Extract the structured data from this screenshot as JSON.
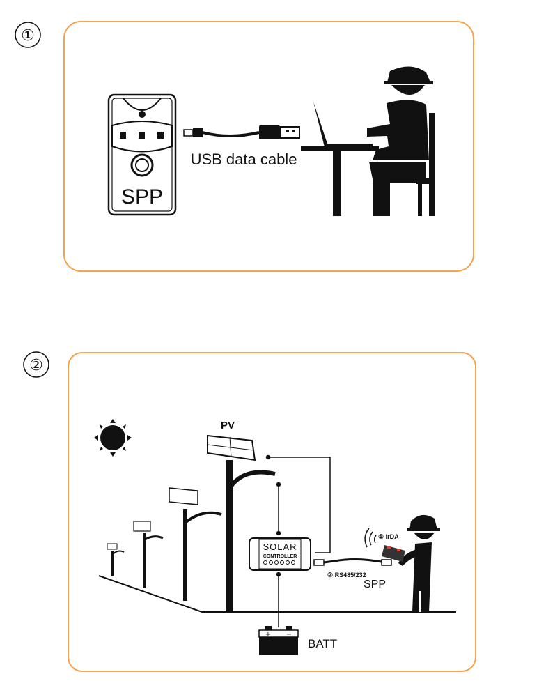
{
  "colors": {
    "frame": "#F4A24B",
    "ink": "#111111",
    "accent": "#D8483A"
  },
  "panel1": {
    "number": "①",
    "device_label": "SPP",
    "cable_label": "USB data cable"
  },
  "panel2": {
    "number": "②",
    "pv_label": "PV",
    "controller_line1": "SOLAR",
    "controller_line2": "CONTROLLER",
    "irda_label": "① IrDA",
    "rs_label": "② RS485/232",
    "spp_label": "SPP",
    "batt_label": "BATT",
    "batt_plus": "+",
    "batt_minus": "−"
  }
}
